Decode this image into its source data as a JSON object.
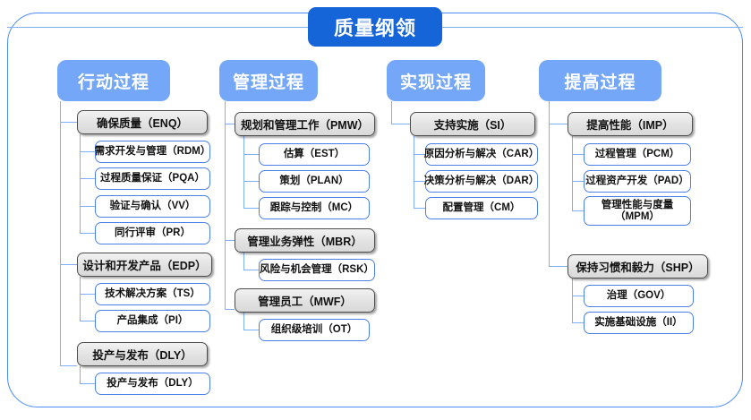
{
  "diagram": {
    "root": {
      "label": "质量纲领"
    },
    "columns": [
      {
        "id": "col-action",
        "head": "行动过程",
        "groups": [
          {
            "label": "确保质量（ENQ）",
            "items": [
              "需求开发与管理（RDM）",
              "过程质量保证（PQA）",
              "验证与确认（VV）",
              "同行评审（PR）"
            ]
          },
          {
            "label": "设计和开发产品（EDP）",
            "items": [
              "技术解决方案（TS）",
              "产品集成（PI）"
            ]
          },
          {
            "label": "投产与发布（DLY）",
            "items": [
              "投产与发布（DLY）"
            ]
          }
        ]
      },
      {
        "id": "col-manage",
        "head": "管理过程",
        "groups": [
          {
            "label": "规划和管理工作（PMW）",
            "items": [
              "估算（EST）",
              "策划（PLAN）",
              "跟踪与控制（MC）"
            ]
          },
          {
            "label": "管理业务弹性（MBR）",
            "items": [
              "风险与机会管理（RSK）"
            ]
          },
          {
            "label": "管理员工（MWF）",
            "items": [
              "组织级培训（OT）"
            ]
          }
        ]
      },
      {
        "id": "col-implement",
        "head": "实现过程",
        "groups": [
          {
            "label": "支持实施（SI）",
            "items": [
              "原因分析与解决（CAR）",
              "决策分析与解决（DAR）",
              "配置管理（CM）"
            ]
          }
        ]
      },
      {
        "id": "col-improve",
        "head": "提高过程",
        "groups": [
          {
            "label": "提高性能（IMP）",
            "items": [
              "过程管理（PCM）",
              "过程资产开发（PAD）",
              "管理性能与度量（MPM）"
            ]
          },
          {
            "label": "保持习惯和毅力（SHP）",
            "items": [
              "治理（GOV）",
              "实施基础设施（II）"
            ]
          }
        ]
      }
    ],
    "colors": {
      "root_fill": "#1565d8",
      "head_fill": "#74a7f7",
      "group_border": "#4d4d4d",
      "leaf_border": "#4a80e8",
      "connector": "#7fb0f5",
      "frame_border": "#4a8cf7"
    }
  }
}
